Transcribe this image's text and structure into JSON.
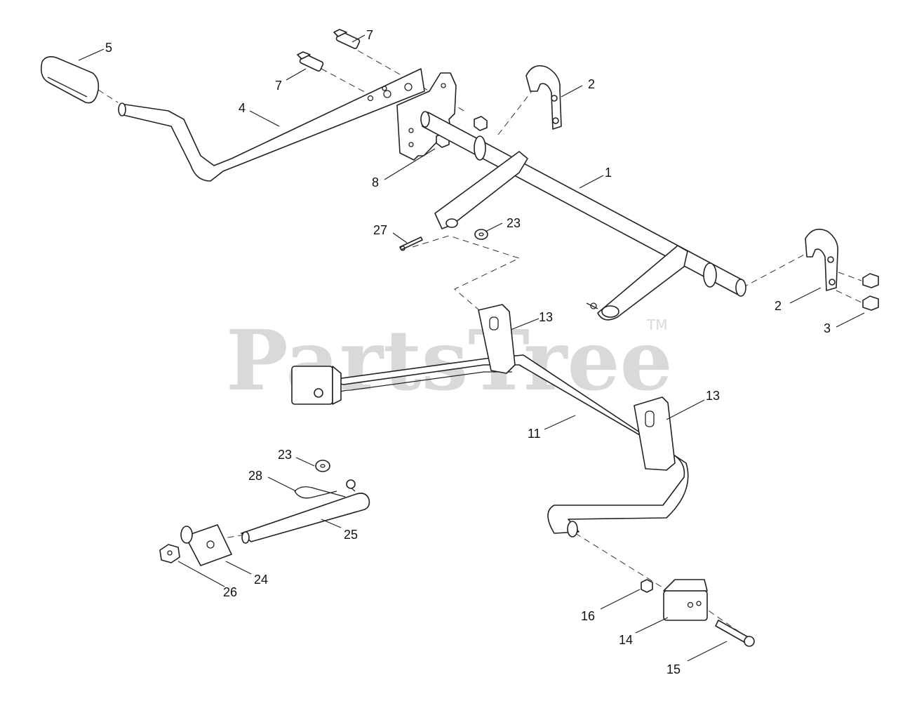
{
  "watermark": {
    "brand": "PartsTree",
    "trademark": "TM"
  },
  "callouts": [
    {
      "id": "c5",
      "text": "5"
    },
    {
      "id": "c7a",
      "text": "7"
    },
    {
      "id": "c7b",
      "text": "7"
    },
    {
      "id": "c4",
      "text": "4"
    },
    {
      "id": "c2a",
      "text": "2"
    },
    {
      "id": "c8",
      "text": "8"
    },
    {
      "id": "c1",
      "text": "1"
    },
    {
      "id": "c27",
      "text": "27"
    },
    {
      "id": "c23a",
      "text": "23"
    },
    {
      "id": "c2b",
      "text": "2"
    },
    {
      "id": "c3",
      "text": "3"
    },
    {
      "id": "c13a",
      "text": "13"
    },
    {
      "id": "c13b",
      "text": "13"
    },
    {
      "id": "c11",
      "text": "11"
    },
    {
      "id": "c23b",
      "text": "23"
    },
    {
      "id": "c28",
      "text": "28"
    },
    {
      "id": "c25",
      "text": "25"
    },
    {
      "id": "c24",
      "text": "24"
    },
    {
      "id": "c26",
      "text": "26"
    },
    {
      "id": "c16",
      "text": "16"
    },
    {
      "id": "c14",
      "text": "14"
    },
    {
      "id": "c15",
      "text": "15"
    }
  ]
}
